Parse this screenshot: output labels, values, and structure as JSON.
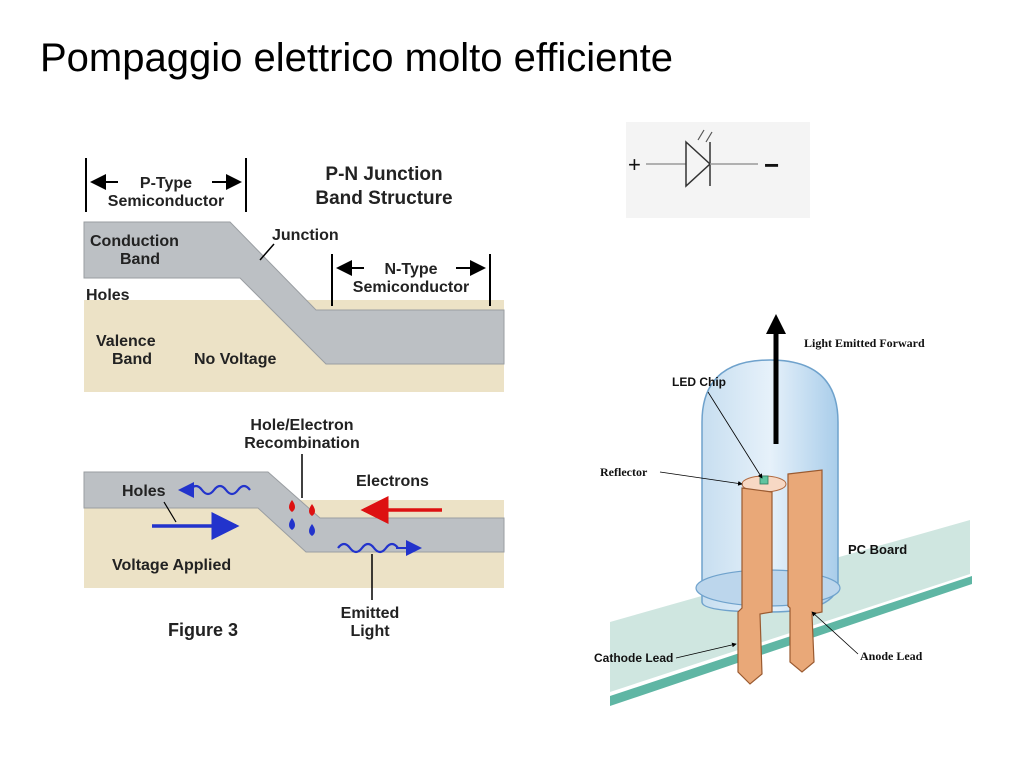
{
  "slide": {
    "title": "Pompaggio elettrico molto efficiente"
  },
  "band_diagram": {
    "title_line1": "P-N Junction",
    "title_line2": "Band Structure",
    "p_type_line1": "P-Type",
    "p_type_line2": "Semiconductor",
    "n_type_line1": "N-Type",
    "n_type_line2": "Semiconductor",
    "conduction_line1": "Conduction",
    "conduction_line2": "Band",
    "junction": "Junction",
    "holes_top": "Holes",
    "valence_line1": "Valence",
    "valence_line2": "Band",
    "no_voltage": "No Voltage",
    "recombination_line1": "Hole/Electron",
    "recombination_line2": "Recombination",
    "holes_bottom": "Holes",
    "electrons": "Electrons",
    "voltage_applied": "Voltage Applied",
    "emitted_line1": "Emitted",
    "emitted_line2": "Light",
    "figure": "Figure 3"
  },
  "led_symbol": {
    "plus": "+",
    "minus": "−"
  },
  "led_diagram": {
    "light_emitted": "Light Emitted Forward",
    "led_chip": "LED Chip",
    "reflector": "Reflector",
    "pc_board": "PC Board",
    "cathode_lead": "Cathode Lead",
    "anode_lead": "Anode Lead"
  },
  "colors": {
    "band_gray": "#bcc0c4",
    "band_beige": "#ece2c6",
    "holes_blue": "#2233cc",
    "electrons_red": "#dd1111",
    "led_dome": "#a9cdea",
    "lead_orange": "#e9a878",
    "board_green": "#cfe6e0"
  }
}
